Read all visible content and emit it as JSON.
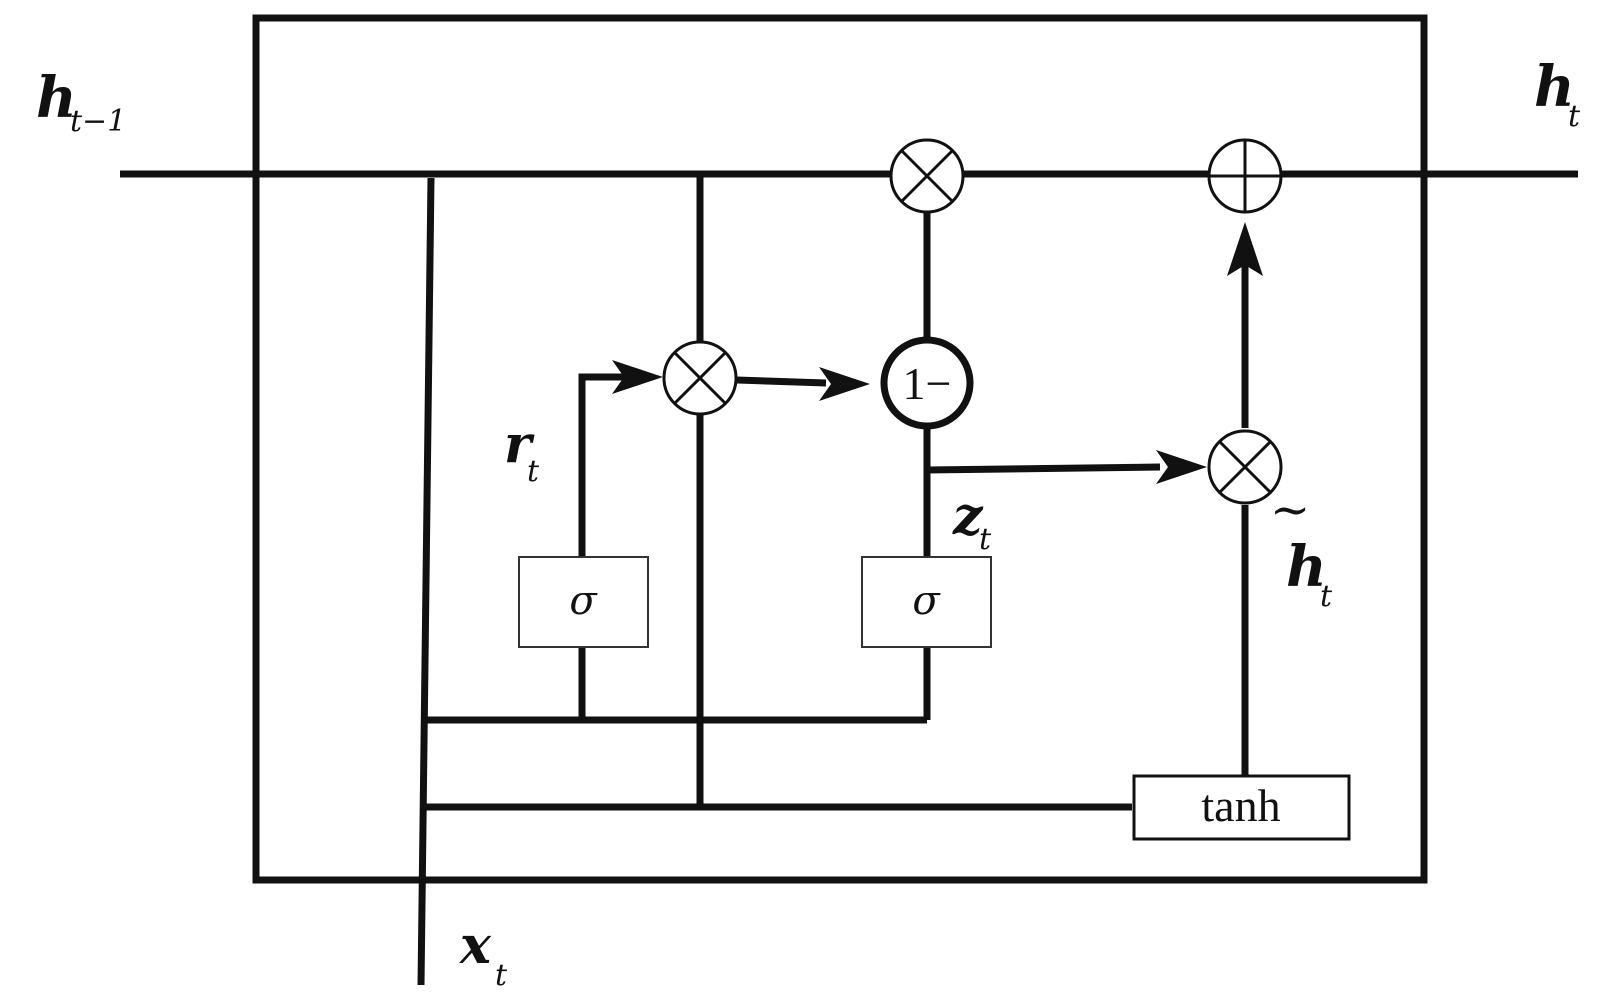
{
  "labels": {
    "h_prev": {
      "main": "h",
      "sub": "t−1"
    },
    "h_out": {
      "main": "h",
      "sub": "t"
    },
    "r_gate": {
      "main": "r",
      "sub": "t"
    },
    "z_gate": {
      "main": "z",
      "sub": "t"
    },
    "h_cand": {
      "main": "h",
      "sub": "t",
      "accent": "~"
    },
    "x_in": {
      "main": "x",
      "sub": "t"
    }
  },
  "blocks": {
    "sigma_reset": "σ",
    "sigma_update": "σ",
    "tanh": "tanh",
    "one_minus": "1−"
  },
  "colors": {
    "stroke": "#111111",
    "background": "#ffffff",
    "box_fill": "#ffffff"
  }
}
